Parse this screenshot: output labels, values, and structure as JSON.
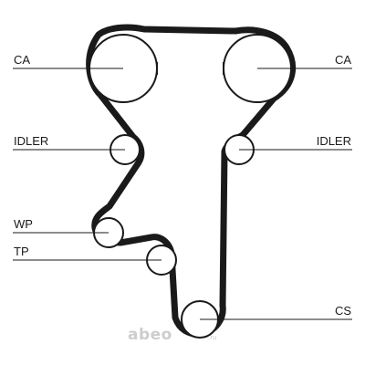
{
  "labels": {
    "ca_left": "CA",
    "ca_right": "CA",
    "idler_left": "IDLER",
    "idler_right": "IDLER",
    "wp": "WP",
    "tp": "TP",
    "cs": "CS"
  },
  "watermark": {
    "text": "abeo",
    "suffix": ".ru",
    "color": "#c8c8c8"
  },
  "colors": {
    "belt": "#1a1a1a",
    "pulley": "#1a1a1a",
    "leader_line": "#1a1a1a"
  }
}
